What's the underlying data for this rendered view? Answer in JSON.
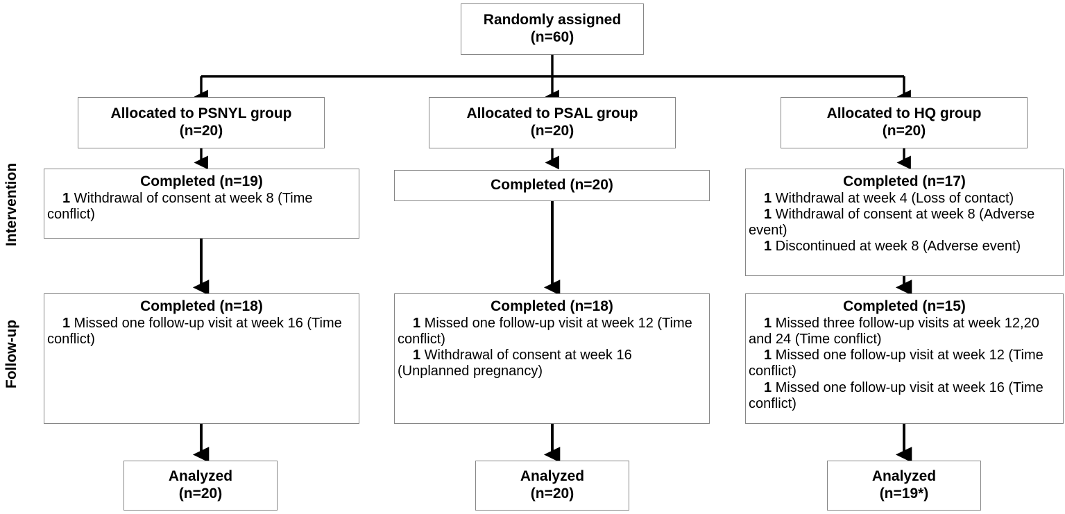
{
  "diagram": {
    "type": "consort-flow-diagram",
    "stage_labels": [
      {
        "id": "intervention",
        "text": "Intervention"
      },
      {
        "id": "follow-up",
        "text": "Follow-up"
      }
    ],
    "enrollment": {
      "title": "Randomly assigned\n(n=60)"
    },
    "arms": [
      {
        "id": "psnyl",
        "allocation": {
          "title": "Allocated to PSNYL group\n(n=20)"
        },
        "intervention": {
          "title": "Completed  (n=19)",
          "details": [
            {
              "count": "1",
              "text": " Withdrawal of consent at week 8 (Time conflict)"
            }
          ]
        },
        "followup": {
          "title": "Completed  (n=18)",
          "details": [
            {
              "count": "1",
              "text": " Missed one follow-up visit at week 16 (Time conflict)"
            }
          ]
        },
        "analyzed": {
          "title": "Analyzed\n(n=20)"
        }
      },
      {
        "id": "psal",
        "allocation": {
          "title": "Allocated to PSAL group\n(n=20)"
        },
        "intervention": {
          "title": "Completed  (n=20)",
          "details": []
        },
        "followup": {
          "title": "Completed  (n=18)",
          "details": [
            {
              "count": "1",
              "text": " Missed one follow-up visit at week 12 (Time conflict)"
            },
            {
              "count": "1",
              "text": " Withdrawal of consent at week 16 (Unplanned pregnancy)"
            }
          ]
        },
        "analyzed": {
          "title": "Analyzed\n(n=20)"
        }
      },
      {
        "id": "hq",
        "allocation": {
          "title": "Allocated to HQ group\n(n=20)"
        },
        "intervention": {
          "title": "Completed  (n=17)",
          "details": [
            {
              "count": "1",
              "text": " Withdrawal at week 4 (Loss of contact)"
            },
            {
              "count": "1",
              "text": " Withdrawal of consent at week 8 (Adverse event)"
            },
            {
              "count": "1",
              "text": " Discontinued at week 8 (Adverse event)"
            }
          ]
        },
        "followup": {
          "title": "Completed  (n=15)",
          "details": [
            {
              "count": "1",
              "text": " Missed three follow-up visits at week 12,20 and 24 (Time conflict)"
            },
            {
              "count": "1",
              "text": " Missed one follow-up visit at week 12 (Time conflict)"
            },
            {
              "count": "1",
              "text": " Missed one follow-up visit at week 16 (Time conflict)"
            }
          ]
        },
        "analyzed": {
          "title": "Analyzed\n(n=19*)"
        }
      }
    ],
    "colors": {
      "box_border": "#868686",
      "connector": "#000000",
      "text": "#000000",
      "background": "#ffffff"
    }
  }
}
